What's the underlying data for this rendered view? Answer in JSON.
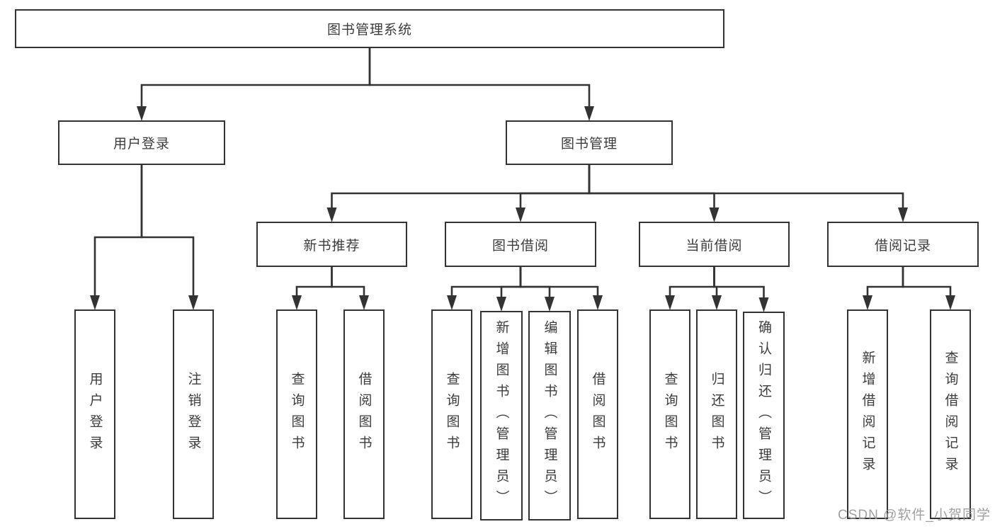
{
  "diagram": {
    "type": "tree",
    "title": "图书管理系统",
    "nodes": [
      {
        "id": "root",
        "label": "图书管理系统",
        "parent": null
      },
      {
        "id": "user-login",
        "label": "用户登录",
        "parent": "root"
      },
      {
        "id": "book-mgmt",
        "label": "图书管理",
        "parent": "root"
      },
      {
        "id": "login-leaf",
        "label": "用户登录",
        "parent": "user-login"
      },
      {
        "id": "logout-leaf",
        "label": "注销登录",
        "parent": "user-login"
      },
      {
        "id": "new-book-rec",
        "label": "新书推荐",
        "parent": "book-mgmt"
      },
      {
        "id": "book-borrow",
        "label": "图书借阅",
        "parent": "book-mgmt"
      },
      {
        "id": "current-borrow",
        "label": "当前借阅",
        "parent": "book-mgmt"
      },
      {
        "id": "borrow-records",
        "label": "借阅记录",
        "parent": "book-mgmt"
      },
      {
        "id": "nbr-query-books",
        "label": "查询图书",
        "parent": "new-book-rec"
      },
      {
        "id": "nbr-borrow-books",
        "label": "借阅图书",
        "parent": "new-book-rec"
      },
      {
        "id": "bb-query-books",
        "label": "查询图书",
        "parent": "book-borrow"
      },
      {
        "id": "bb-add-books",
        "label": "新增图书（管理员）",
        "parent": "book-borrow"
      },
      {
        "id": "bb-edit-books",
        "label": "编辑图书（管理员）",
        "parent": "book-borrow"
      },
      {
        "id": "bb-borrow-books",
        "label": "借阅图书",
        "parent": "book-borrow"
      },
      {
        "id": "cb-query-books",
        "label": "查询图书",
        "parent": "current-borrow"
      },
      {
        "id": "cb-return-books",
        "label": "归还图书",
        "parent": "current-borrow"
      },
      {
        "id": "cb-confirm-return",
        "label": "确认归还（管理员）",
        "parent": "current-borrow"
      },
      {
        "id": "br-add-record",
        "label": "新增借阅记录",
        "parent": "borrow-records"
      },
      {
        "id": "br-query-record",
        "label": "查询借阅记录",
        "parent": "borrow-records"
      }
    ]
  },
  "watermark": {
    "text": "CSDN @软件_小贺同学"
  },
  "colors": {
    "line": "#333333",
    "box_border": "#333333",
    "text": "#3c3c3c",
    "watermark": "#989898",
    "background": "#ffffff"
  }
}
